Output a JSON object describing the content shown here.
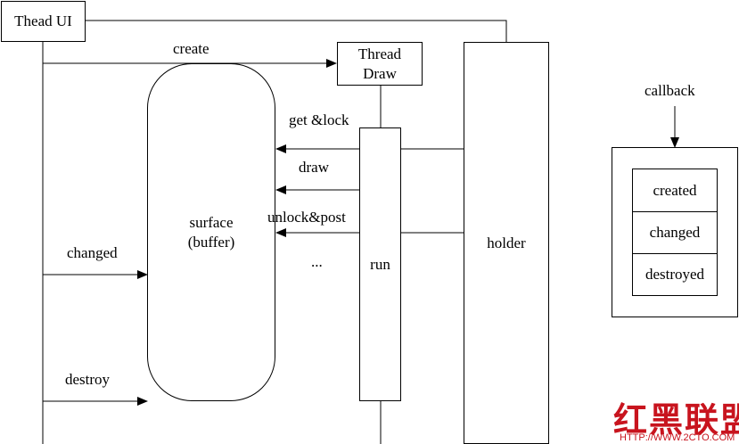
{
  "nodes": {
    "thread_ui": "Thead UI",
    "thread_draw_line1": "Thread",
    "thread_draw_line2": "Draw",
    "surface_line1": "surface",
    "surface_line2": "(buffer)",
    "run": "run",
    "holder": "holder"
  },
  "edges": {
    "create": "create",
    "get_lock": "get &lock",
    "draw": "draw",
    "unlock_post": "unlock&post",
    "ellipsis": "...",
    "changed": "changed",
    "destroy": "destroy"
  },
  "callback": {
    "title": "callback",
    "items": [
      "created",
      "changed",
      "destroyed"
    ]
  },
  "watermark": {
    "text": "红黑联盟",
    "url": "HTTP://WWW.2CTO.COM"
  }
}
